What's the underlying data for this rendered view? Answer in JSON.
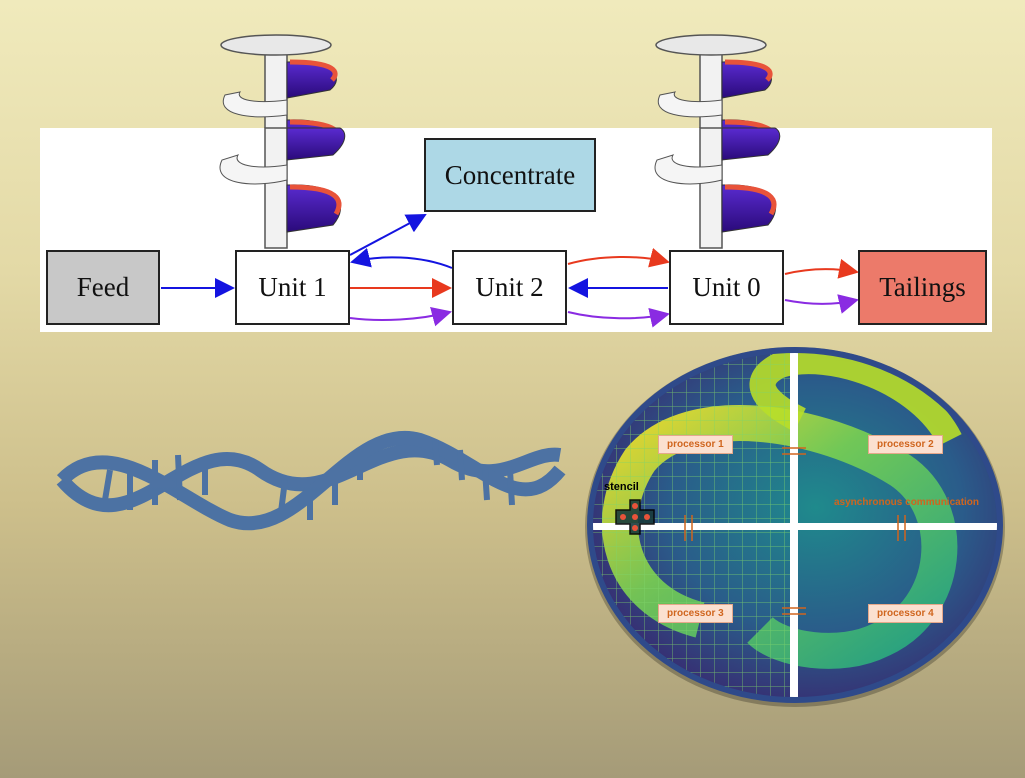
{
  "flowsheet": {
    "nodes": {
      "feed": "Feed",
      "unit1": "Unit 1",
      "unit2": "Unit 2",
      "unit0": "Unit 0",
      "concentrate": "Concentrate",
      "tailings": "Tailings"
    },
    "colors": {
      "feed_fill": "#c8c8c8",
      "concentrate_fill": "#add8e6",
      "tailings_fill": "#ec7a6a",
      "blue_arrow": "#1414e0",
      "red_arrow": "#e8391e",
      "purple_arrow": "#8a2be2"
    }
  },
  "domain": {
    "stencil_label": "stencil",
    "processors": [
      "processor 1",
      "processor 2",
      "processor 3",
      "processor 4"
    ],
    "annotation": "asynchronous communication",
    "colors": {
      "label_text": "#d0651e",
      "label_fill": "#fbe0d0"
    }
  },
  "icons": [
    "spiral-separator-icon",
    "spiral-separator-icon",
    "dna-helix-icon"
  ]
}
